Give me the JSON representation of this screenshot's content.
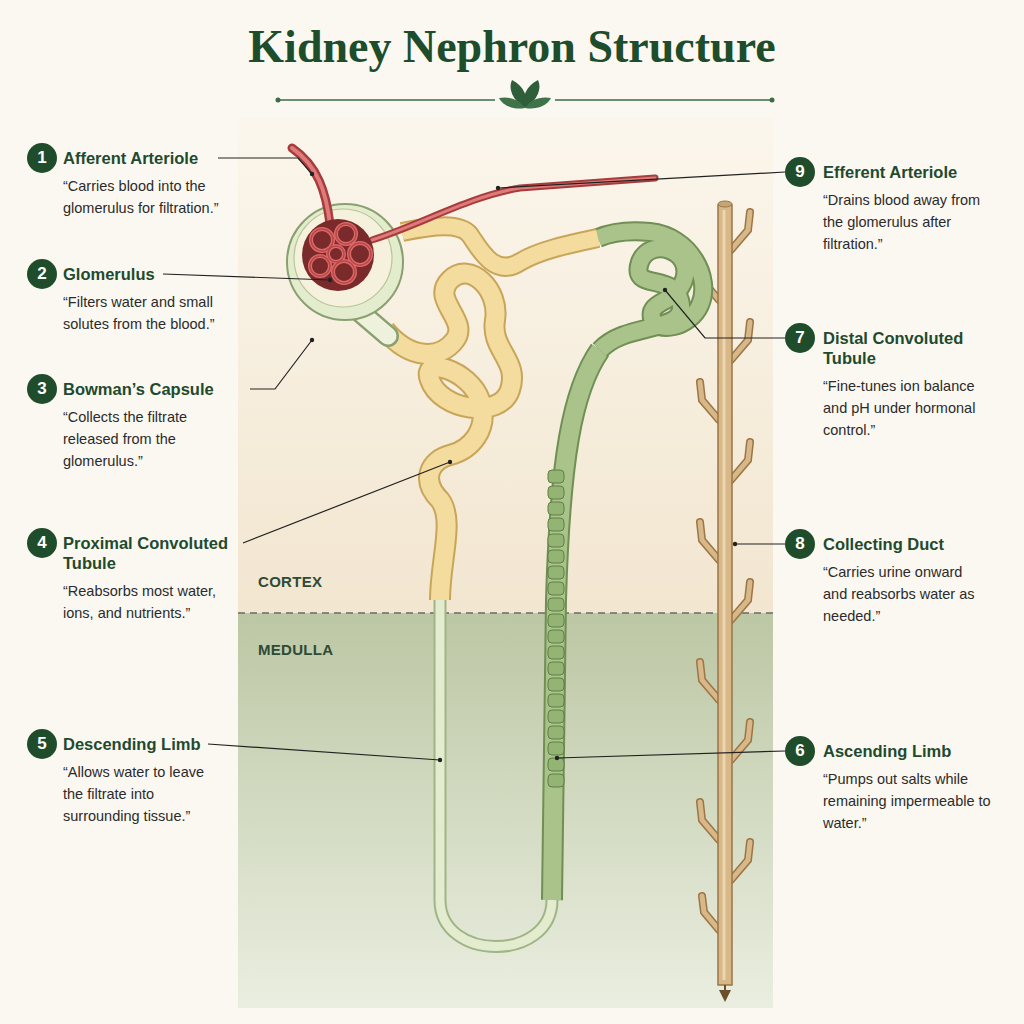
{
  "diagram": {
    "title": "Kidney Nephron Structure",
    "nodes": [
      {
        "text": [
          "1",
          "Afferent Arteriole",
          "“Carries blood into the glomerulus for filtration.”"
        ]
      },
      {
        "text": [
          "9",
          "Efferent Arteriole",
          "“Drains blood away from the glomerulus after filtration.”"
        ]
      },
      {
        "text": [
          "2",
          "Glomerulus",
          "“Filters water and small solutes from the blood.”"
        ]
      },
      {
        "text": [
          "7",
          "Distal Convoluted Tubule",
          "“Fine-tunes ion balance and pH under hormonal control.”"
        ]
      },
      {
        "text": [
          "3",
          "Bowman’s Capsule",
          "“Collects the filtrate released from the glomerulus.”"
        ]
      },
      {
        "text": [
          "4",
          "Proximal Convoluted Tubule",
          "“Reabsorbs most water, ions, and nutrients.”"
        ]
      },
      {
        "text": [
          "8",
          "Collecting Duct",
          "“Carries urine onward and reabsorbs water as needed.”"
        ]
      },
      {
        "text": [
          "5",
          "Descending Limb",
          "“Allows water to leave the filtrate into surrounding tissue.”"
        ]
      },
      {
        "text": [
          "6",
          "Ascending Limb",
          "“Pumps out salts while remaining impermeable to water.”"
        ]
      }
    ],
    "labels": [
      "CORTEX",
      "MEDULLA"
    ]
  }
}
